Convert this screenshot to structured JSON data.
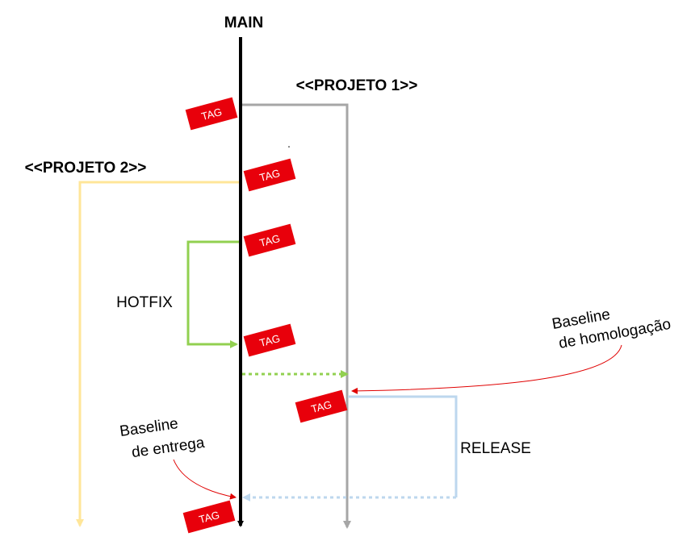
{
  "diagram": {
    "main_label": "MAIN",
    "project1_label": "<<PROJETO 1>>",
    "project2_label": "<<PROJETO 2>>",
    "hotfix_label": "HOTFIX",
    "release_label": "RELEASE",
    "baseline_homologacao": [
      "Baseline",
      "de homologação"
    ],
    "baseline_entrega": [
      "Baseline",
      "de entrega"
    ],
    "tag_label": "TAG",
    "colors": {
      "main": "#000000",
      "project1": "#a6a6a6",
      "project2": "#ffe699",
      "hotfix": "#92d050",
      "release": "#bdd7ee",
      "tag": "#e8000b",
      "annotation_arrow": "#e00000"
    }
  }
}
